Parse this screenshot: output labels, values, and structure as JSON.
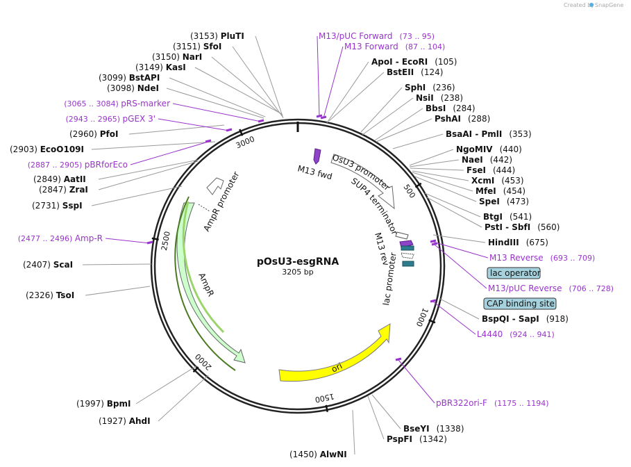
{
  "credit": {
    "text": "Created by",
    "brand": "SnapGene"
  },
  "plasmid": {
    "name": "pOsU3-esgRNA",
    "size": "3205 bp",
    "length": 3205
  },
  "ticks": [
    "500",
    "1000",
    "1500",
    "2000",
    "2500",
    "3000"
  ],
  "sites": [
    {
      "name": "PluTI",
      "pos": "(3153)",
      "side": "L"
    },
    {
      "name": "SfoI",
      "pos": "(3151)",
      "side": "L"
    },
    {
      "name": "NarI",
      "pos": "(3150)",
      "side": "L"
    },
    {
      "name": "KasI",
      "pos": "(3149)",
      "side": "L"
    },
    {
      "name": "BstAPI",
      "pos": "(3099)",
      "side": "L"
    },
    {
      "name": "NdeI",
      "pos": "(3098)",
      "side": "L"
    },
    {
      "name": "PfoI",
      "pos": "(2960)",
      "side": "L"
    },
    {
      "name": "EcoO109I",
      "pos": "(2903)",
      "side": "L"
    },
    {
      "name": "AatII",
      "pos": "(2849)",
      "side": "L"
    },
    {
      "name": "ZraI",
      "pos": "(2847)",
      "side": "L"
    },
    {
      "name": "SspI",
      "pos": "(2731)",
      "side": "L"
    },
    {
      "name": "ScaI",
      "pos": "(2407)",
      "side": "L"
    },
    {
      "name": "TsoI",
      "pos": "(2326)",
      "side": "L"
    },
    {
      "name": "BpmI",
      "pos": "(1997)",
      "side": "L"
    },
    {
      "name": "AhdI",
      "pos": "(1927)",
      "side": "L"
    },
    {
      "name": "AlwNI",
      "pos": "(1450)",
      "side": "L"
    },
    {
      "name": "ApoI - EcoRI",
      "pos": "(105)",
      "side": "R"
    },
    {
      "name": "BstEII",
      "pos": "(124)",
      "side": "R"
    },
    {
      "name": "SphI",
      "pos": "(236)",
      "side": "R"
    },
    {
      "name": "NsiI",
      "pos": "(238)",
      "side": "R"
    },
    {
      "name": "BbsI",
      "pos": "(284)",
      "side": "R"
    },
    {
      "name": "PshAI",
      "pos": "(288)",
      "side": "R"
    },
    {
      "name": "BsaAI - PmlI",
      "pos": "(353)",
      "side": "R"
    },
    {
      "name": "NgoMIV",
      "pos": "(440)",
      "side": "R"
    },
    {
      "name": "NaeI",
      "pos": "(442)",
      "side": "R"
    },
    {
      "name": "FseI",
      "pos": "(444)",
      "side": "R"
    },
    {
      "name": "XcmI",
      "pos": "(453)",
      "side": "R"
    },
    {
      "name": "MfeI",
      "pos": "(454)",
      "side": "R"
    },
    {
      "name": "SpeI",
      "pos": "(473)",
      "side": "R"
    },
    {
      "name": "BtgI",
      "pos": "(541)",
      "side": "R"
    },
    {
      "name": "PstI - SbfI",
      "pos": "(560)",
      "side": "R"
    },
    {
      "name": "HindIII",
      "pos": "(675)",
      "side": "R"
    },
    {
      "name": "BspQI - SapI",
      "pos": "(918)",
      "side": "R"
    },
    {
      "name": "BseYI",
      "pos": "(1338)",
      "side": "R"
    },
    {
      "name": "PspFI",
      "pos": "(1342)",
      "side": "R"
    }
  ],
  "primers": [
    {
      "name": "M13/pUC Forward",
      "range": "(73 .. 95)"
    },
    {
      "name": "M13 Forward",
      "range": "(87 .. 104)"
    },
    {
      "name": "pRS-marker",
      "range": "(3065 .. 3084)"
    },
    {
      "name": "pGEX 3'",
      "range": "(2943 .. 2965)"
    },
    {
      "name": "pBRforEco",
      "range": "(2887 .. 2905)"
    },
    {
      "name": "Amp-R",
      "range": "(2477 .. 2496)"
    },
    {
      "name": "M13 Reverse",
      "range": "(693 .. 709)"
    },
    {
      "name": "M13/pUC Reverse",
      "range": "(706 .. 728)"
    },
    {
      "name": "L4440",
      "range": "(924 .. 941)"
    },
    {
      "name": "pBR322ori-F",
      "range": "(1175 .. 1194)"
    }
  ],
  "boxed_features": [
    {
      "name": "lac operator"
    },
    {
      "name": "CAP binding site"
    }
  ],
  "features": [
    {
      "name": "OsU3 promoter"
    },
    {
      "name": "SUP4 terminator"
    },
    {
      "name": "M13 fwd"
    },
    {
      "name": "M13 rev"
    },
    {
      "name": "lac promoter"
    },
    {
      "name": "ori"
    },
    {
      "name": "AmpR"
    },
    {
      "name": "AmpR promoter"
    }
  ],
  "colors": {
    "primer": "#9933cc",
    "ori": "#ffff00",
    "ampr": "#ccffcc",
    "ampr_edge": "#338833",
    "box_fill": "#a6d2de",
    "lac_feature": "#2e7d8f"
  }
}
